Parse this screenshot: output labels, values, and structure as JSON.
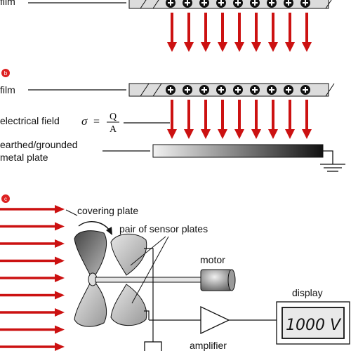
{
  "panel_a": {
    "film_label": "film",
    "charge_count": 9,
    "arrow_count": 9
  },
  "panel_b": {
    "marker": "b",
    "film_label": "film",
    "field_label": "electrical field",
    "sigma": "σ",
    "equals": "=",
    "numerator": "Q",
    "denominator": "A",
    "plate_label_line1": "earthed/grounded",
    "plate_label_line2": "metal plate",
    "charge_count": 9,
    "arrow_count": 9
  },
  "panel_c": {
    "marker": "c",
    "covering_plate_label": "covering plate",
    "sensor_plates_label": "pair of sensor plates",
    "motor_label": "motor",
    "amplifier_label": "amplifier",
    "display_label": "display",
    "display_value": "1000 V",
    "field_arrow_count": 9
  },
  "colors": {
    "arrow_red": "#cc1111",
    "marker_red": "#dd2222",
    "film_fill": "#dcdcdc",
    "metal_dark": "#111111",
    "metal_light": "#f2f2f2",
    "display_face": "#e9e9e9"
  },
  "icons": {
    "charge": "plus-circle-icon",
    "ground": "ground-symbol-icon",
    "amplifier": "triangle-amplifier-icon"
  }
}
